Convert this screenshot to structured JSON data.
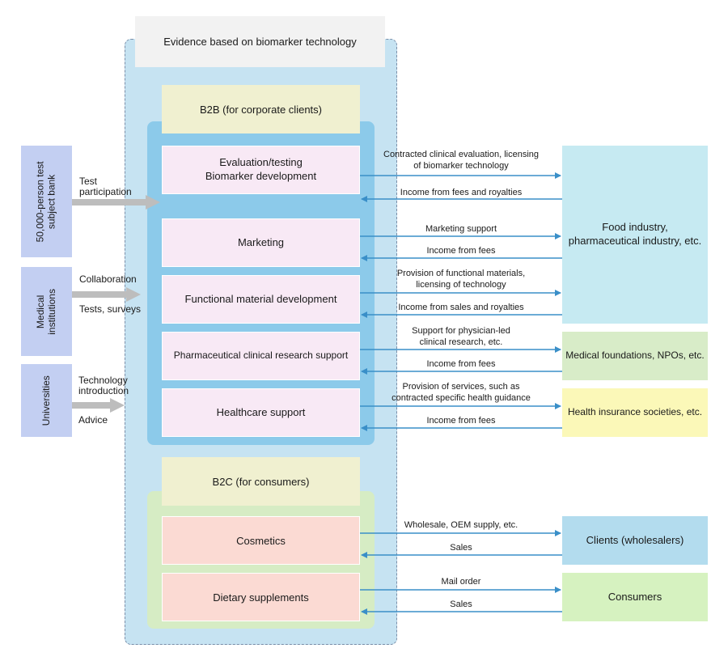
{
  "title": "Evidence based on biomarker technology",
  "b2b": {
    "header": "B2B (for corporate clients)",
    "services": [
      {
        "line1": "Evaluation/testing",
        "line2": "Biomarker development"
      },
      {
        "line1": "Marketing",
        "line2": ""
      },
      {
        "line1": "Functional material development",
        "line2": ""
      },
      {
        "line1": "Pharmaceutical clinical research support",
        "line2": ""
      },
      {
        "line1": "Healthcare support",
        "line2": ""
      }
    ]
  },
  "b2c": {
    "header": "B2C (for consumers)",
    "services": [
      "Cosmetics",
      "Dietary supplements"
    ]
  },
  "sources": [
    {
      "name_line1": "50,000-person test",
      "name_line2": "subject bank",
      "flow_line1": "Test",
      "flow_line2": "participation"
    },
    {
      "name_line1": "Medical",
      "name_line2": "institutions",
      "flow_line1": "Collaboration",
      "flow_line2": "Tests, surveys"
    },
    {
      "name_line1": "Universities",
      "name_line2": "",
      "flow_line1": "Technology",
      "flow_line2": "introduction",
      "flow_line3": "Advice"
    }
  ],
  "partners": {
    "food": {
      "line1": "Food industry,",
      "line2": "pharmaceutical industry, etc."
    },
    "medical": "Medical foundations, NPOs, etc.",
    "health": "Health insurance societies, etc.",
    "wholesalers": "Clients (wholesalers)",
    "consumers": "Consumers"
  },
  "flows": {
    "evaluation_out": {
      "line1": "Contracted clinical evaluation, licensing",
      "line2": "of biomarker technology"
    },
    "evaluation_in": "Income from fees and royalties",
    "marketing_out": "Marketing support",
    "marketing_in": "Income from fees",
    "functional_out": {
      "line1": "Provision of functional materials,",
      "line2": "licensing of technology"
    },
    "functional_in": "Income from sales and royalties",
    "pharma_out": {
      "line1": "Support for physician-led",
      "line2": "clinical research, etc."
    },
    "pharma_in": "Income from fees",
    "healthcare_out": {
      "line1": "Provision of services, such as",
      "line2": "contracted specific health guidance"
    },
    "healthcare_in": "Income from fees",
    "cosmetics_out": "Wholesale, OEM supply, etc.",
    "cosmetics_in": "Sales",
    "supplements_out": "Mail order",
    "supplements_in": "Sales"
  },
  "colors": {
    "arrow_blue": "#3a8fc8",
    "arrow_gray": "#bdbdbd"
  }
}
